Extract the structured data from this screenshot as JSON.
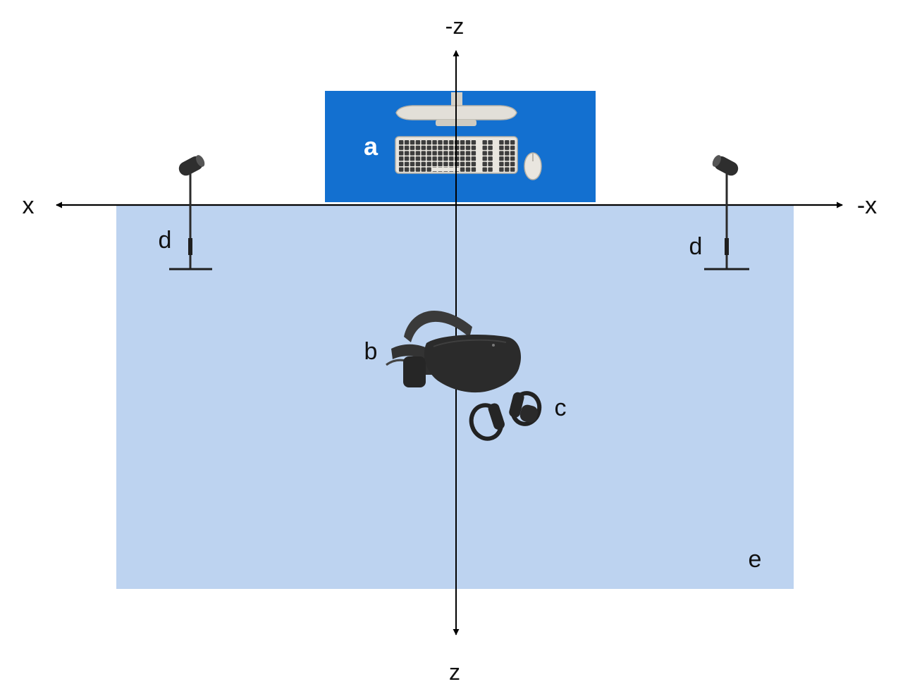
{
  "axes": {
    "neg_z": "-z",
    "pos_z": "z",
    "pos_x": "x",
    "neg_x": "-x"
  },
  "labels": {
    "desk": "a",
    "headset": "b",
    "controllers": "c",
    "sensor_left": "d",
    "sensor_right": "d",
    "play_area": "e"
  },
  "colors": {
    "play_area": "#bdd3f0",
    "desk_zone": "#1370d0",
    "axis": "#000000",
    "device": "#2b2b2b",
    "monitor": "#e2dfd8",
    "keyboard": "#e9e6df"
  },
  "icons": {
    "monitor": "monitor-icon",
    "keyboard": "keyboard-icon",
    "mouse": "mouse-icon",
    "headset": "vr-headset-icon",
    "controllers": "vr-controllers-icon",
    "sensor": "tracking-sensor-icon"
  }
}
